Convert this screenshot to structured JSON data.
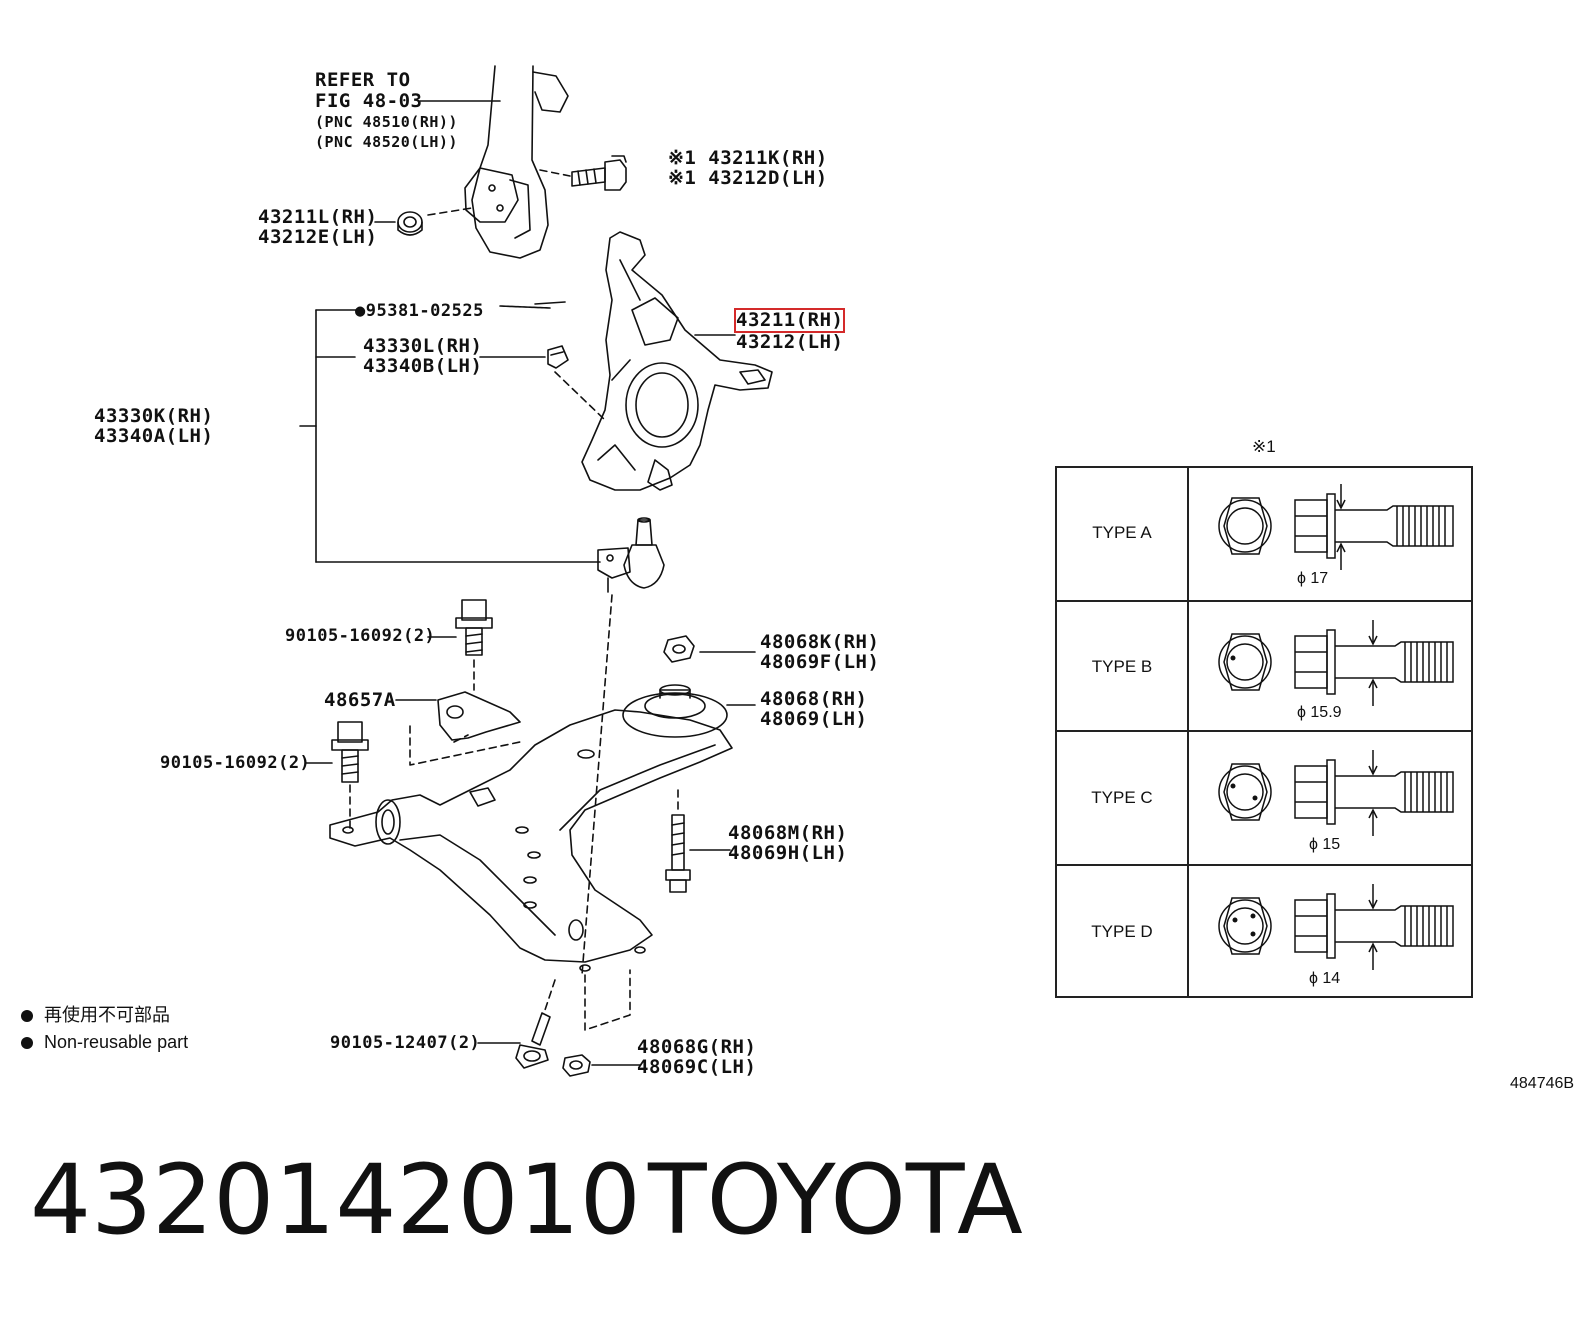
{
  "labels": {
    "refer": [
      "REFER TO",
      "FIG 48-03"
    ],
    "pnc": [
      "(PNC 48510(RH))",
      "(PNC 48520(LH))"
    ],
    "bolt_k": [
      "※1 43211K(RH)",
      "※1 43212D(LH)"
    ],
    "nut_l": [
      "43211L(RH)",
      "43212E(LH)"
    ],
    "clip": "●95381-02525",
    "dust": [
      "43330L(RH)",
      "43340B(LH)"
    ],
    "knuckle_rh": "43211(RH)",
    "knuckle_lh": "43212(LH)",
    "balljoint": [
      "43330K(RH)",
      "43340A(LH)"
    ],
    "bolt_16092_a": "90105-16092(2)",
    "nut_48068k": [
      "48068K(RH)",
      "48069F(LH)"
    ],
    "bracket": "48657A",
    "bush": [
      "48068(RH)",
      "48069(LH)"
    ],
    "bolt_16092_b": "90105-16092(2)",
    "bolt_48068m": [
      "48068M(RH)",
      "48069H(LH)"
    ],
    "bolt_12407": "90105-12407(2)",
    "nut_48068g": [
      "48068G(RH)",
      "48069C(LH)"
    ]
  },
  "legend": {
    "jp": "再使用不可部品",
    "en": "Non-reusable part"
  },
  "table": {
    "note": "※1",
    "rows": [
      {
        "type": "TYPE A",
        "dia": "ϕ 17"
      },
      {
        "type": "TYPE B",
        "dia": "ϕ 15.9"
      },
      {
        "type": "TYPE C",
        "dia": "ϕ 15"
      },
      {
        "type": "TYPE D",
        "dia": "ϕ 14"
      }
    ]
  },
  "figure_code": "484746B",
  "footer": {
    "part_number": "4320142010",
    "brand": "TOYOTA"
  },
  "colors": {
    "highlight": "#d42a2a",
    "ink": "#111111"
  }
}
